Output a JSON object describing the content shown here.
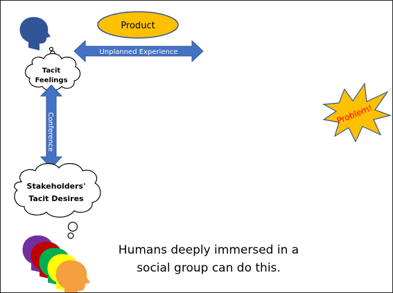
{
  "product": "Product",
  "arrow_h": "Unplanned Experience",
  "arrow_v": "Conference",
  "tacit_feelings": [
    "Tacit",
    "Feelings"
  ],
  "stakeholders": [
    "Stakeholders'",
    "Tacit Desires"
  ],
  "problem": "Problem!",
  "caption_lines": [
    "Humans deeply immersed in a",
    "social group can do this."
  ],
  "colors": {
    "head_blue": "#2f5597",
    "arrow_blue": "#4472c4",
    "product_fill": "#ffc000",
    "burst_fill": "#ffc000",
    "problem_text": "#ff0000",
    "heads": [
      "#7030a0",
      "#c00000",
      "#00b050",
      "#ffff00",
      "#f4a040"
    ]
  }
}
